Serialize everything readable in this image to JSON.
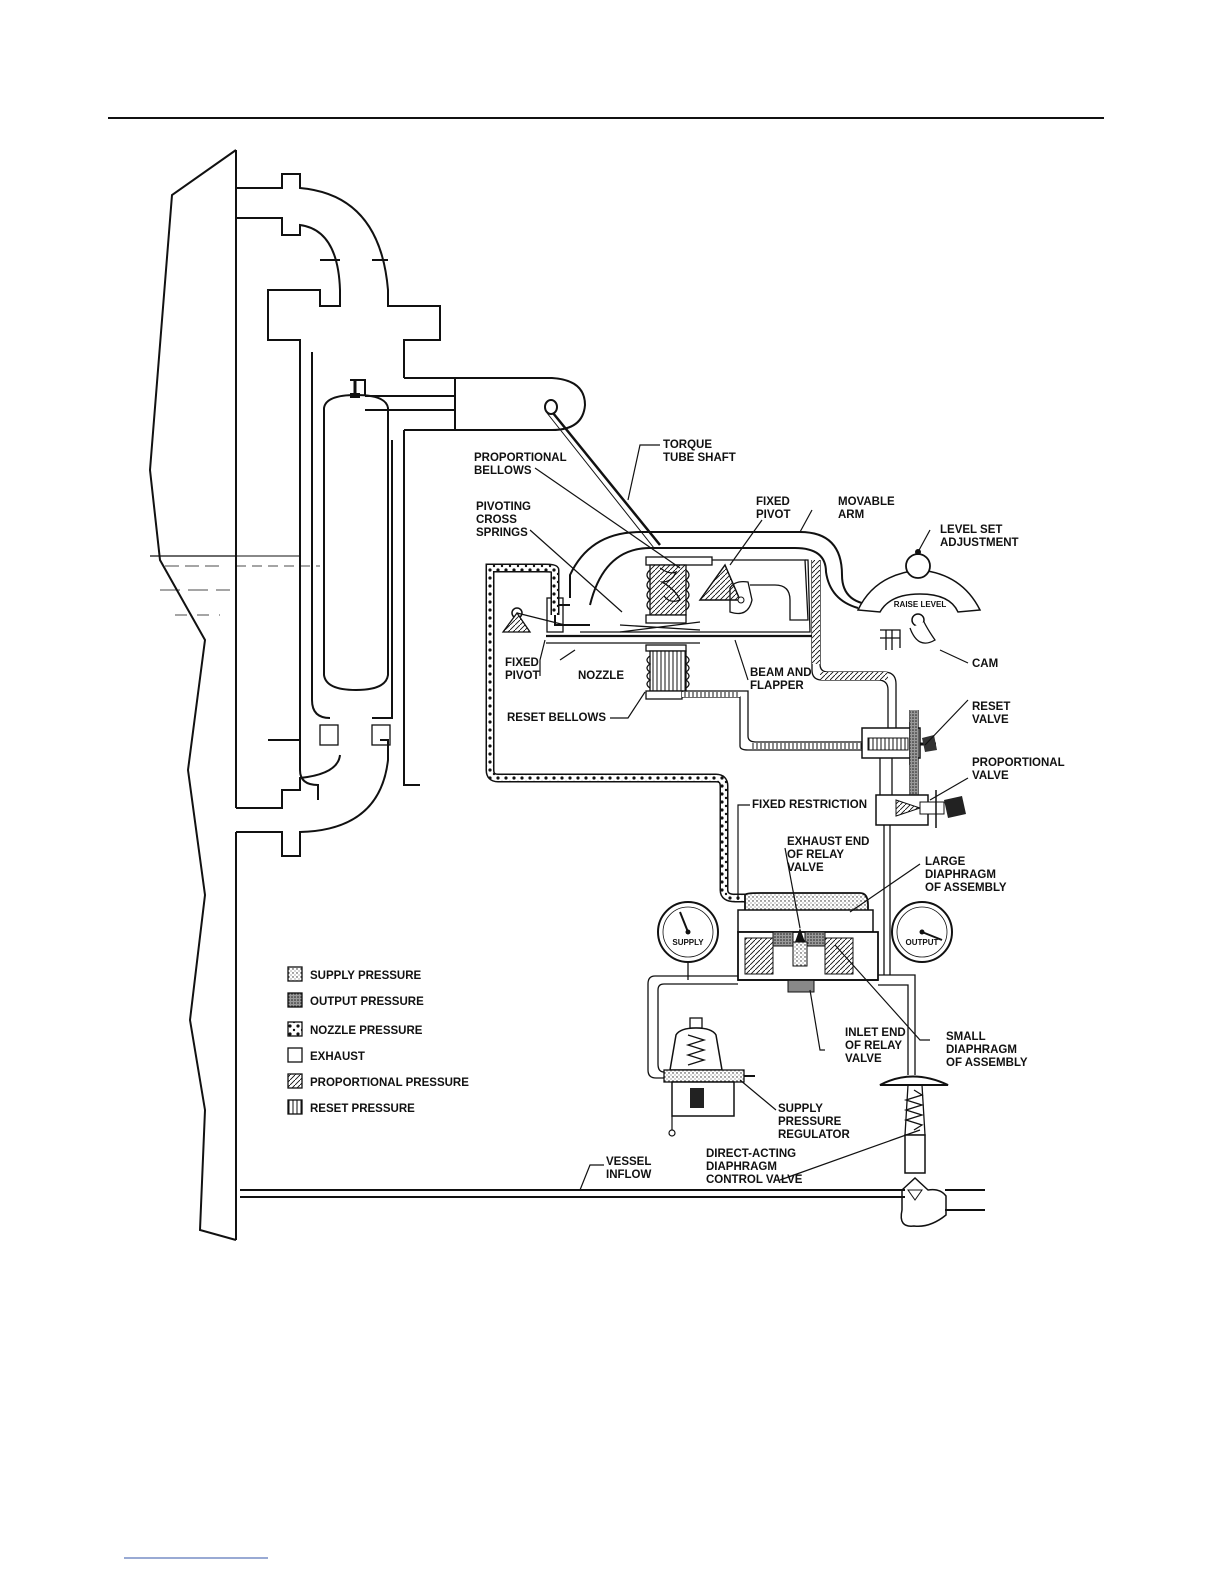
{
  "labels": {
    "torque_tube_shaft": [
      "TORQUE",
      "TUBE SHAFT"
    ],
    "proportional_bellows": [
      "PROPORTIONAL",
      "BELLOWS"
    ],
    "pivoting_cross_springs": [
      "PIVOTING",
      "CROSS",
      "SPRINGS"
    ],
    "fixed_pivot_top": [
      "FIXED",
      "PIVOT"
    ],
    "movable_arm": [
      "MOVABLE",
      "ARM"
    ],
    "level_set_adjustment": [
      "LEVEL SET",
      "ADJUSTMENT"
    ],
    "raise_level": "RAISE LEVEL",
    "cam": "CAM",
    "fixed_pivot_left": [
      "FIXED",
      "PIVOT"
    ],
    "nozzle": "NOZZLE",
    "beam_and_flapper": [
      "BEAM AND",
      "FLAPPER"
    ],
    "reset_bellows": "RESET BELLOWS",
    "reset_valve": [
      "RESET",
      "VALVE"
    ],
    "proportional_valve": [
      "PROPORTIONAL",
      "VALVE"
    ],
    "fixed_restriction": "FIXED RESTRICTION",
    "exhaust_end": [
      "EXHAUST END",
      "OF RELAY",
      "VALVE"
    ],
    "large_diaphragm": [
      "LARGE",
      "DIAPHRAGM",
      "OF ASSEMBLY"
    ],
    "supply_gauge": "SUPPLY",
    "output_gauge": "OUTPUT",
    "inlet_end": [
      "INLET END",
      "OF RELAY",
      "VALVE"
    ],
    "small_diaphragm": [
      "SMALL",
      "DIAPHRAGM",
      "OF ASSEMBLY"
    ],
    "supply_pressure_regulator": [
      "SUPPLY",
      "PRESSURE",
      "REGULATOR"
    ],
    "direct_acting_valve": [
      "DIRECT-ACTING",
      "DIAPHRAGM",
      "CONTROL VALVE"
    ],
    "vessel_inflow": [
      "VESSEL",
      "INFLOW"
    ]
  },
  "legend": [
    {
      "label": "SUPPLY PRESSURE",
      "pattern": "supply"
    },
    {
      "label": "OUTPUT PRESSURE",
      "pattern": "output"
    },
    {
      "label": "NOZZLE PRESSURE",
      "pattern": "nozzle"
    },
    {
      "label": "EXHAUST",
      "pattern": "exhaust"
    },
    {
      "label": "PROPORTIONAL PRESSURE",
      "pattern": "proportional"
    },
    {
      "label": "RESET PRESSURE",
      "pattern": "reset"
    }
  ]
}
